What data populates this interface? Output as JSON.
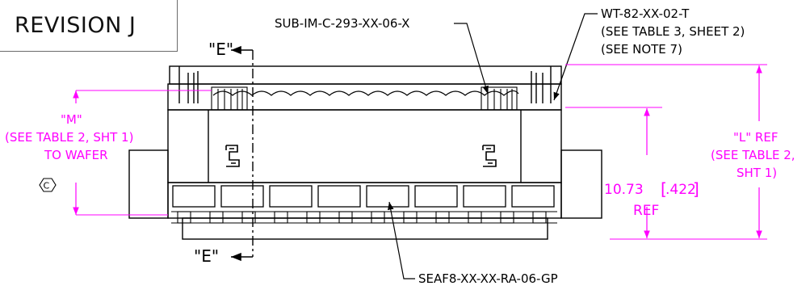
{
  "revision": {
    "label": "REVISION  J"
  },
  "colors": {
    "outline": "#000000",
    "dimension": "#ff00ff",
    "background": "#ffffff"
  },
  "callouts": {
    "top_left_part": "SUB-IM-C-293-XX-06-X",
    "top_right_part": "WT-82-XX-02-T",
    "top_right_note1": "(SEE TABLE 3, SHEET 2)",
    "top_right_note2": "(SEE NOTE 7)",
    "bottom_part": "SEAF8-XX-XX-RA-06-GP"
  },
  "section_labels": {
    "top": "\"E\"",
    "bottom": "\"E\""
  },
  "dimensions": {
    "m": {
      "line1": "\"M\"",
      "line2": "(SEE TABLE 2, SHT 1)",
      "line3": "TO WAFER"
    },
    "height": {
      "value": "10.73",
      "alt_value": ".422",
      "suffix": "REF"
    },
    "l": {
      "line1": "\"L\" REF",
      "line2": "(SEE TABLE 2,",
      "line3": "SHT 1)"
    }
  },
  "symbols": {
    "critical": "critical-dimension-symbol"
  }
}
